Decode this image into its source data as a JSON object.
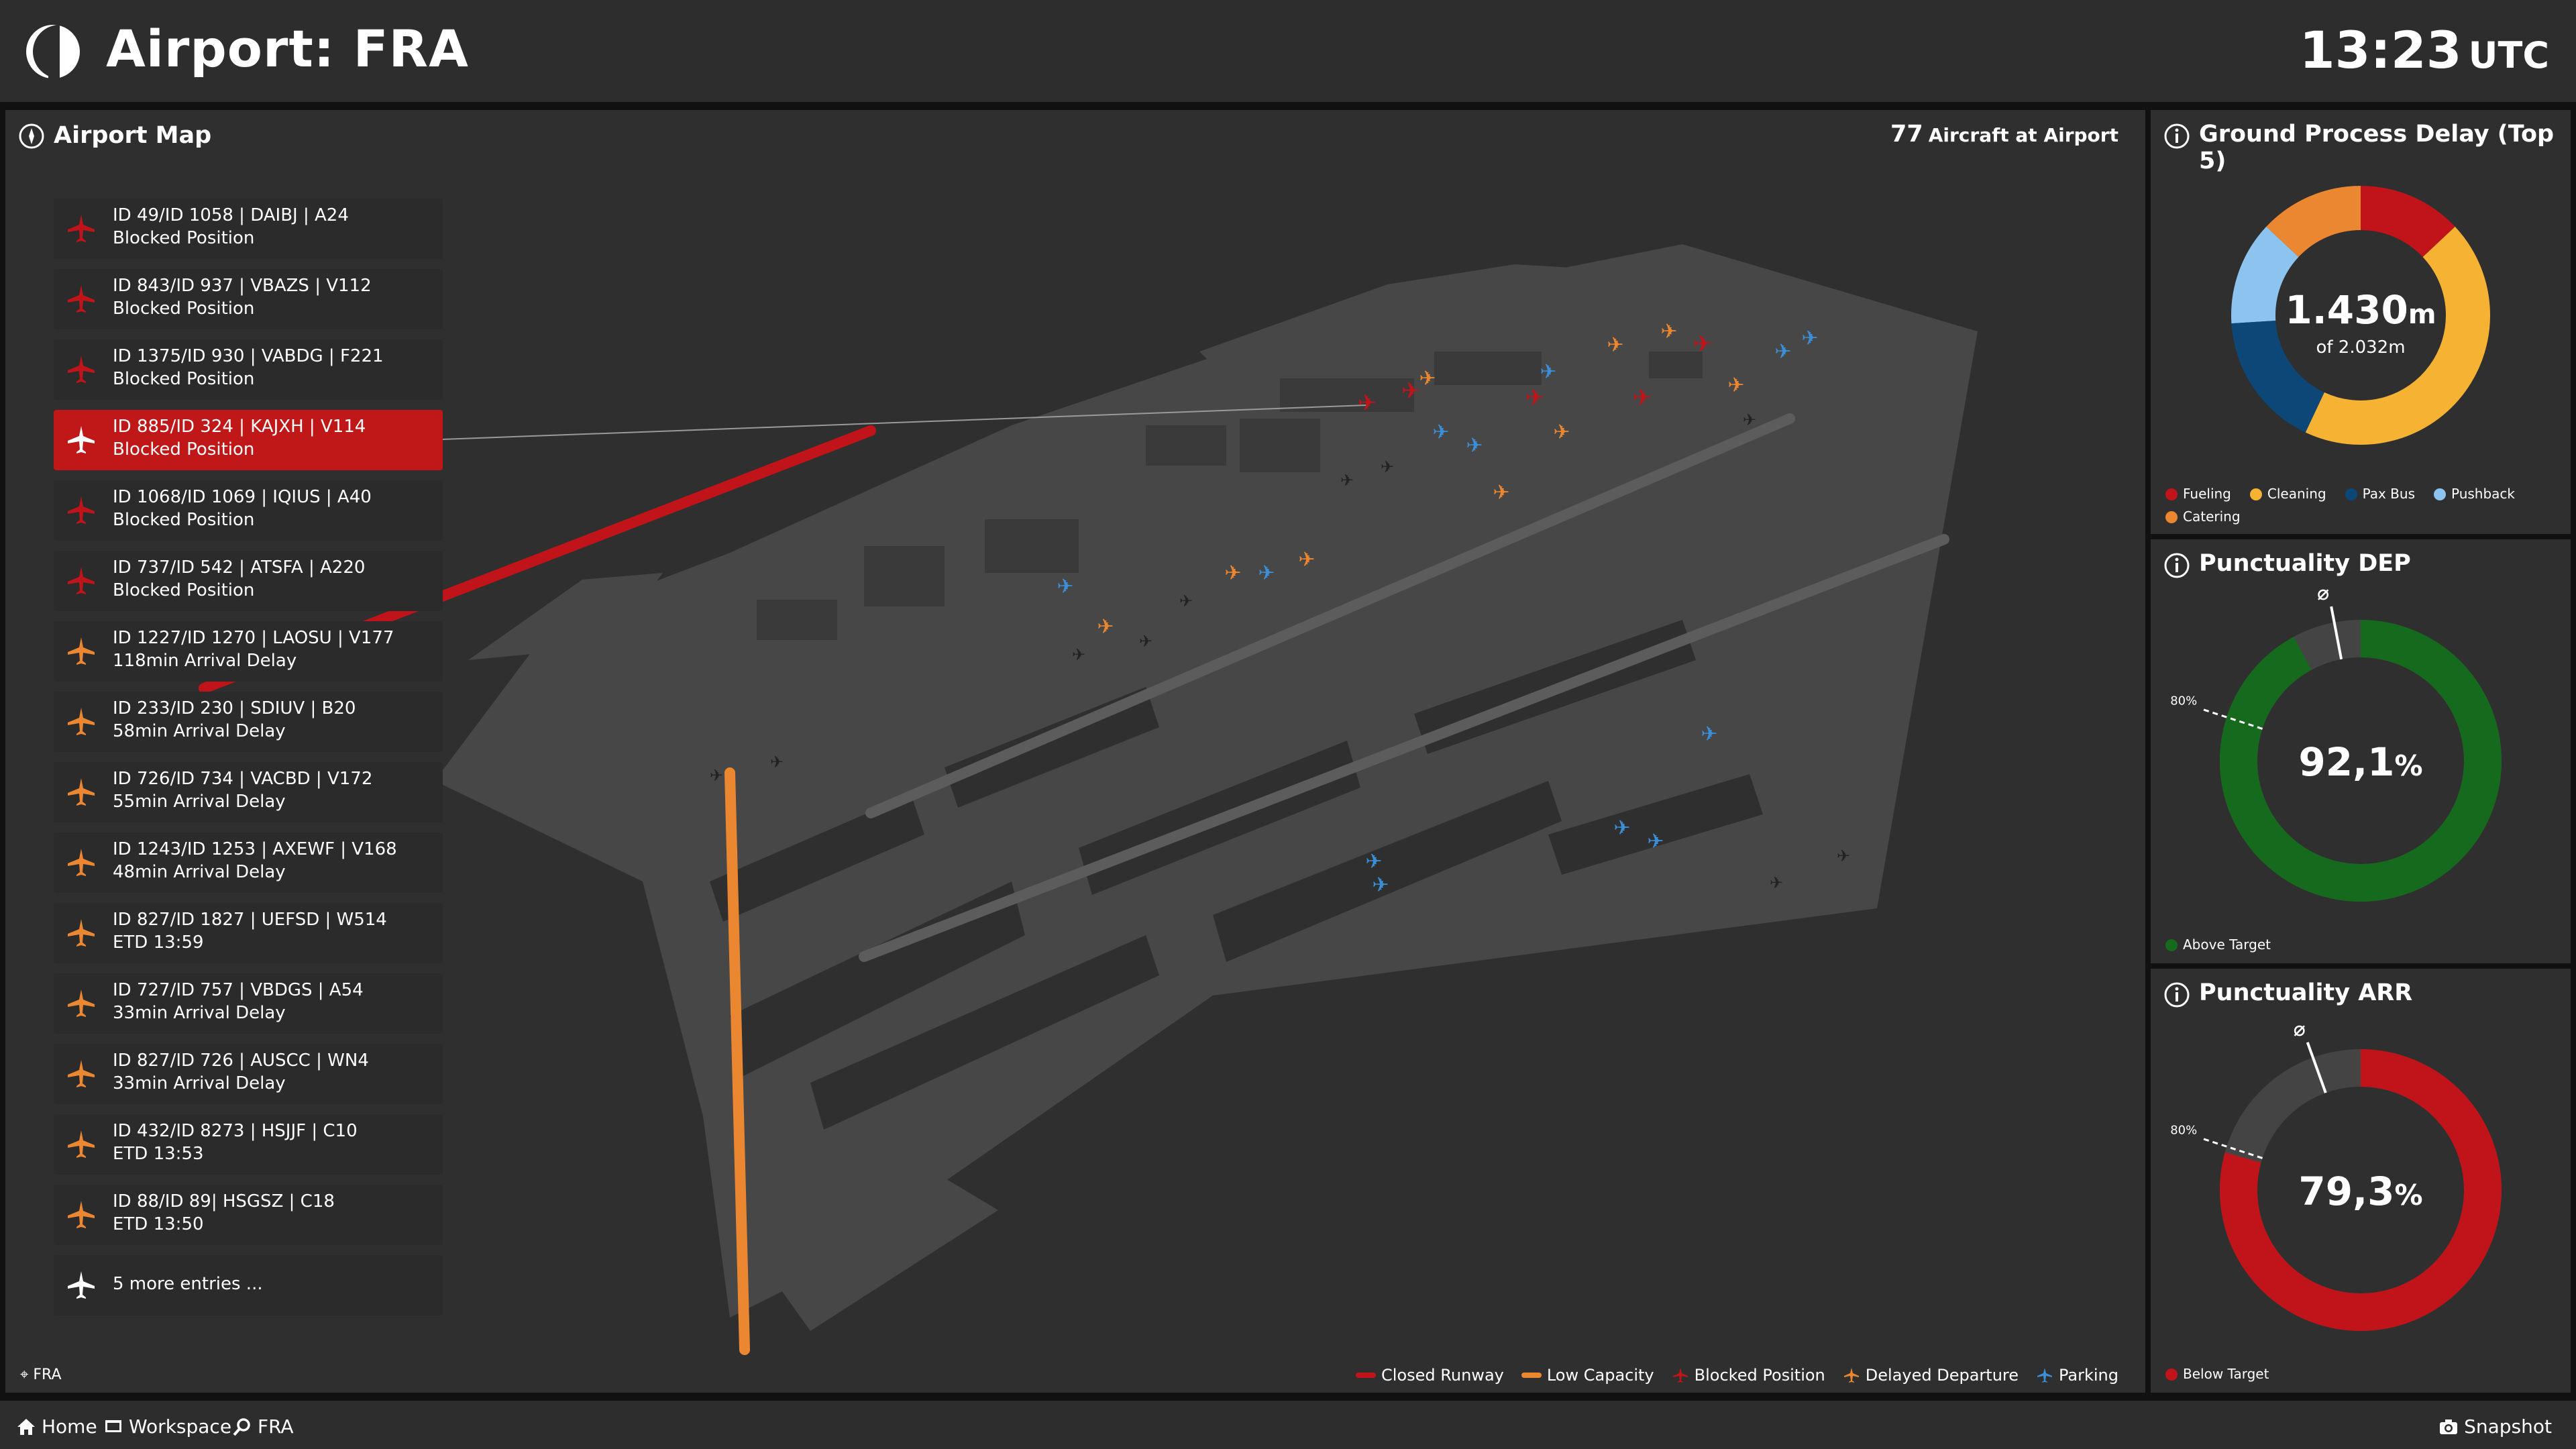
{
  "header": {
    "title": "Airport: FRA",
    "time": "13:23",
    "tz": "UTC"
  },
  "map": {
    "title": "Airport Map",
    "aircraft_count": "77",
    "aircraft_label": "Aircraft at Airport",
    "location": "FRA",
    "entries": [
      {
        "line1": "ID 49/ID 1058 | DAIBJ | A24",
        "line2": "Blocked Position",
        "status": "blocked"
      },
      {
        "line1": "ID 843/ID 937 | VBAZS | V112",
        "line2": "Blocked Position",
        "status": "blocked"
      },
      {
        "line1": "ID 1375/ID 930 | VABDG | F221",
        "line2": "Blocked Position",
        "status": "blocked"
      },
      {
        "line1": "ID 885/ID 324 | KAJXH | V114",
        "line2": "Blocked Position",
        "status": "selected"
      },
      {
        "line1": "ID 1068/ID 1069 | IQIUS | A40",
        "line2": "Blocked Position",
        "status": "blocked"
      },
      {
        "line1": "ID 737/ID 542 | ATSFA | A220",
        "line2": "Blocked Position",
        "status": "blocked"
      },
      {
        "line1": "ID 1227/ID 1270 | LAOSU | V177",
        "line2": "118min Arrival Delay",
        "status": "delayed"
      },
      {
        "line1": "ID 233/ID 230 | SDIUV | B20",
        "line2": "58min Arrival Delay",
        "status": "delayed"
      },
      {
        "line1": "ID 726/ID 734 | VACBD | V172",
        "line2": "55min Arrival Delay",
        "status": "delayed"
      },
      {
        "line1": "ID 1243/ID 1253 | AXEWF | V168",
        "line2": "48min Arrival Delay",
        "status": "delayed"
      },
      {
        "line1": "ID 827/ID 1827 | UEFSD | W514",
        "line2": "ETD 13:59",
        "status": "delayed"
      },
      {
        "line1": "ID 727/ID 757 | VBDGS | A54",
        "line2": "33min Arrival Delay",
        "status": "delayed"
      },
      {
        "line1": "ID 827/ID 726 | AUSCC | WN4",
        "line2": "33min Arrival Delay",
        "status": "delayed"
      },
      {
        "line1": "ID 432/ID 8273 | HSJJF | C10",
        "line2": "ETD 13:53",
        "status": "delayed"
      },
      {
        "line1": "ID 88/ID 89| HSGSZ | C18",
        "line2": "ETD 13:50",
        "status": "delayed"
      }
    ],
    "more_entries": "5 more entries ...",
    "legend": {
      "closed_runway": "Closed Runway",
      "low_capacity": "Low Capacity",
      "blocked_position": "Blocked Position",
      "delayed_departure": "Delayed Departure",
      "parking": "Parking"
    }
  },
  "ground_process": {
    "title": "Ground Process Delay (Top 5)",
    "value": "1.430",
    "unit": "m",
    "sub": "of 2.032m",
    "segments": [
      {
        "name": "Fueling",
        "value": 13,
        "color": "#c0141a"
      },
      {
        "name": "Cleaning",
        "value": 44,
        "color": "#f6b233"
      },
      {
        "name": "Pax Bus",
        "value": 17,
        "color": "#0d4777"
      },
      {
        "name": "Pushback",
        "value": 13,
        "color": "#8cc4ef"
      },
      {
        "name": "Catering",
        "value": 13,
        "color": "#ec8731"
      }
    ],
    "legend_order": [
      "Fueling",
      "Cleaning",
      "Pax Bus",
      "Pushback",
      "Catering"
    ]
  },
  "punctuality_dep": {
    "title": "Punctuality DEP",
    "value": "92,1",
    "unit": "%",
    "fraction": 0.921,
    "avg_fraction": 0.97,
    "target_fraction": 0.8,
    "avg_symbol": "⌀",
    "target_label": "80%",
    "legend": "Above Target",
    "color": "#166a1e"
  },
  "punctuality_arr": {
    "title": "Punctuality ARR",
    "value": "79,3",
    "unit": "%",
    "fraction": 0.793,
    "avg_fraction": 0.945,
    "target_fraction": 0.8,
    "avg_symbol": "⌀",
    "target_label": "80%",
    "legend": "Below Target",
    "color": "#c0141a"
  },
  "footer": {
    "home": "Home",
    "workspace": "Workspace",
    "search": "FRA",
    "snapshot": "Snapshot"
  },
  "colors": {
    "blocked": "#c0141a",
    "delayed": "#ec8731",
    "parking": "#3b8fd8",
    "closed_runway": "#c0141a",
    "low_capacity": "#ec8731"
  }
}
